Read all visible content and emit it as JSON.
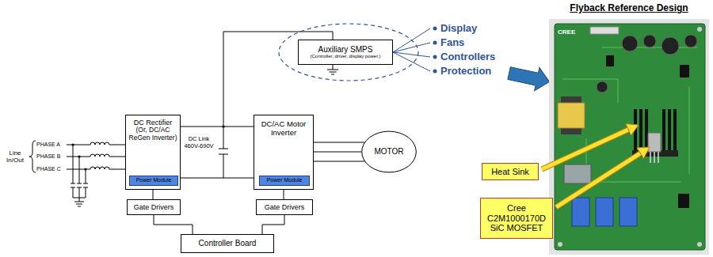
{
  "diagram": {
    "nodes": [
      {
        "text": [
          "DC Rectifier",
          "(Or, DC/AC ReGen Inverter)"
        ]
      },
      {
        "text": [
          "Power Module"
        ],
        "in": 0
      },
      {
        "text": [
          "DC/AC Motor Inverter"
        ]
      },
      {
        "text": [
          "Power Module"
        ],
        "in": 2
      },
      {
        "text": [
          "MOTOR"
        ]
      },
      {
        "text": [
          "Gate Drivers"
        ]
      },
      {
        "text": [
          "Gate Drivers"
        ]
      },
      {
        "text": [
          "Controller Board"
        ]
      },
      {
        "text": [
          "Auxiliary SMPS",
          "(Controller, driver, display power.)"
        ]
      },
      {
        "text": [
          "Heat Sink"
        ]
      },
      {
        "text": [
          "Cree C2M1000170D SiC MOSFET"
        ]
      }
    ],
    "edges": [
      {
        "from": 0,
        "to": 2,
        "arrow": "none"
      },
      {
        "from": 2,
        "to": 4,
        "arrow": "none"
      },
      {
        "from": 0,
        "to": 5,
        "arrow": "none"
      },
      {
        "from": 2,
        "to": 6,
        "arrow": "none"
      },
      {
        "from": 5,
        "to": 7,
        "arrow": "none"
      },
      {
        "from": 6,
        "to": 7,
        "arrow": "none"
      }
    ],
    "labels": [
      "Line In/Out",
      "PHASE A",
      "PHASE B",
      "PHASE C",
      "DC Link 460V-690V",
      "Display",
      "Fans",
      "Controllers",
      "Protection",
      "Flyback Reference Design",
      "CREE"
    ]
  }
}
